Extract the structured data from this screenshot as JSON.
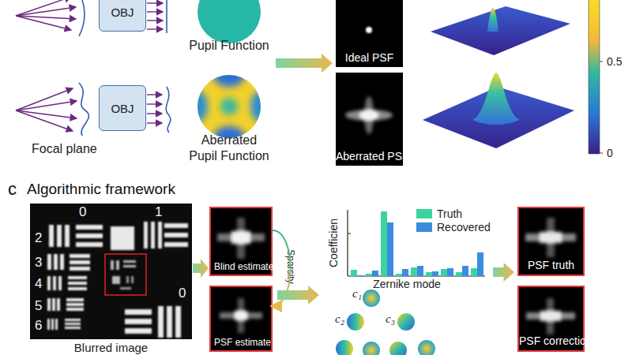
{
  "diagram": {
    "nodes": [
      {
        "text": [
          "OBJ"
        ]
      },
      {
        "text": [
          "OBJ"
        ]
      },
      {
        "text": [
          "Pupil Function"
        ]
      },
      {
        "text": [
          "Aberrated Pupil Function"
        ]
      },
      {
        "text": [
          "Ideal PSF"
        ]
      },
      {
        "text": [
          "Aberrated PSF"
        ]
      },
      {
        "text": [
          "Blurred image"
        ]
      },
      {
        "text": [
          "Blind estimate"
        ]
      },
      {
        "text": [
          "PSF estimate"
        ]
      },
      {
        "text": [
          "Coefficien",
          "Zernike mode"
        ]
      },
      {
        "text": [
          "PSF truth"
        ]
      },
      {
        "text": [
          "PSF correction"
        ]
      }
    ],
    "edges": [
      {
        "from": 2,
        "to": 4,
        "arrow": "to"
      },
      {
        "from": 6,
        "to": 7,
        "arrow": "to"
      },
      {
        "from": 7,
        "to": 8,
        "label": "Sparsity",
        "arrow": "to"
      },
      {
        "from": 8,
        "to": 9,
        "arrow": "to"
      },
      {
        "from": 9,
        "to": 10,
        "arrow": "to"
      }
    ],
    "labels": [
      "Focal plane",
      "0.5",
      "0",
      "c",
      "Algorithmic framework",
      "0",
      "1",
      "2",
      "3",
      "4",
      "5",
      "6",
      "0",
      "c₁",
      "c₂",
      "c₃"
    ],
    "legend": [
      {
        "text": "Truth",
        "color": "#3cd3a0"
      },
      {
        "text": "Recovered",
        "color": "#3a8de0"
      }
    ]
  }
}
